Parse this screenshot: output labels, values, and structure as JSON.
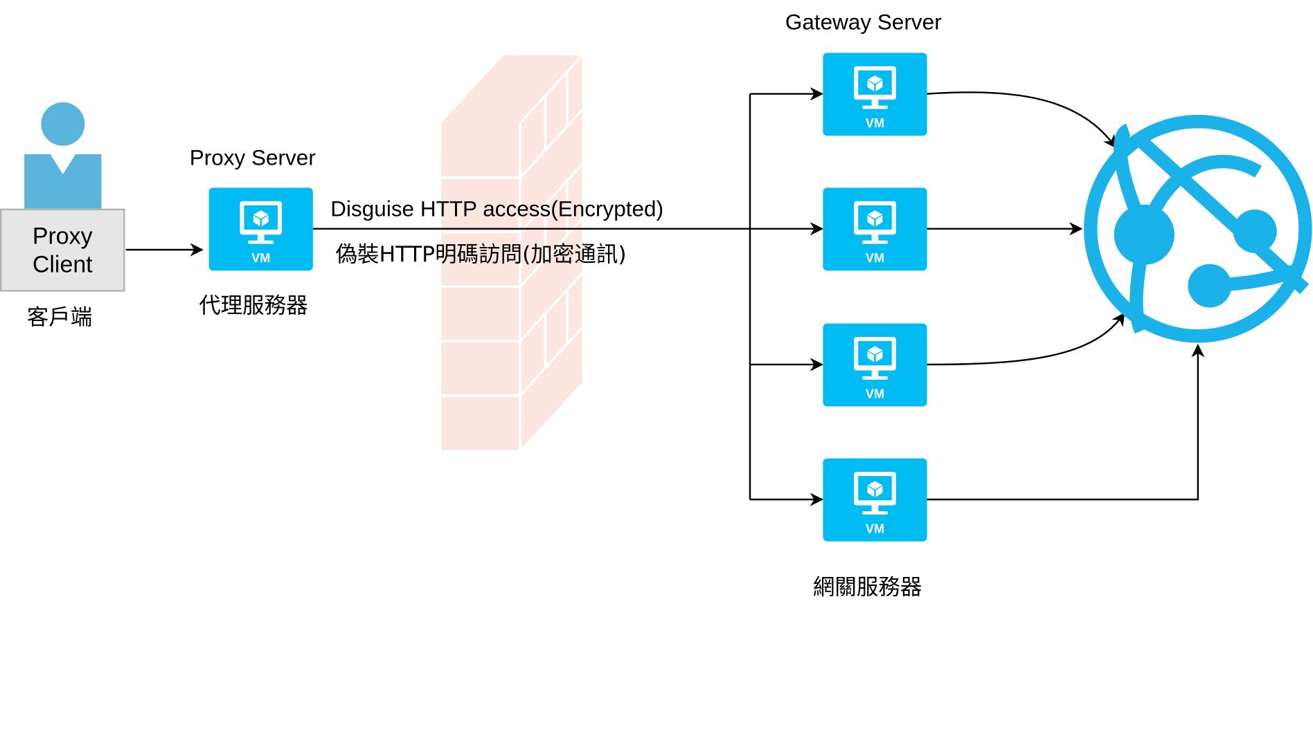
{
  "client": {
    "label_line1": "Proxy",
    "label_line2": "Client",
    "caption": "客戶端"
  },
  "proxy": {
    "title": "Proxy Server",
    "vm_label": "VM",
    "caption": "代理服務器"
  },
  "link": {
    "label_en": "Disguise HTTP access(Encrypted)",
    "label_zh": "偽裝HTTP明碼訪問(加密通訊)"
  },
  "gateway": {
    "title": "Gateway Server",
    "caption": "網關服務器",
    "vms": [
      {
        "vm_label": "VM"
      },
      {
        "vm_label": "VM"
      },
      {
        "vm_label": "VM"
      },
      {
        "vm_label": "VM"
      }
    ]
  },
  "internet": {
    "icon": "globe-network-icon"
  },
  "firewall": {
    "icon": "brick-wall-icon"
  },
  "colors": {
    "vm_blue": "#00bcf2",
    "person_blue": "#5ab4dc",
    "globe_blue": "#1ab2e8",
    "wall": "#fde6df",
    "client_fill": "#e6e6e6",
    "client_border": "#b3b3b3"
  }
}
